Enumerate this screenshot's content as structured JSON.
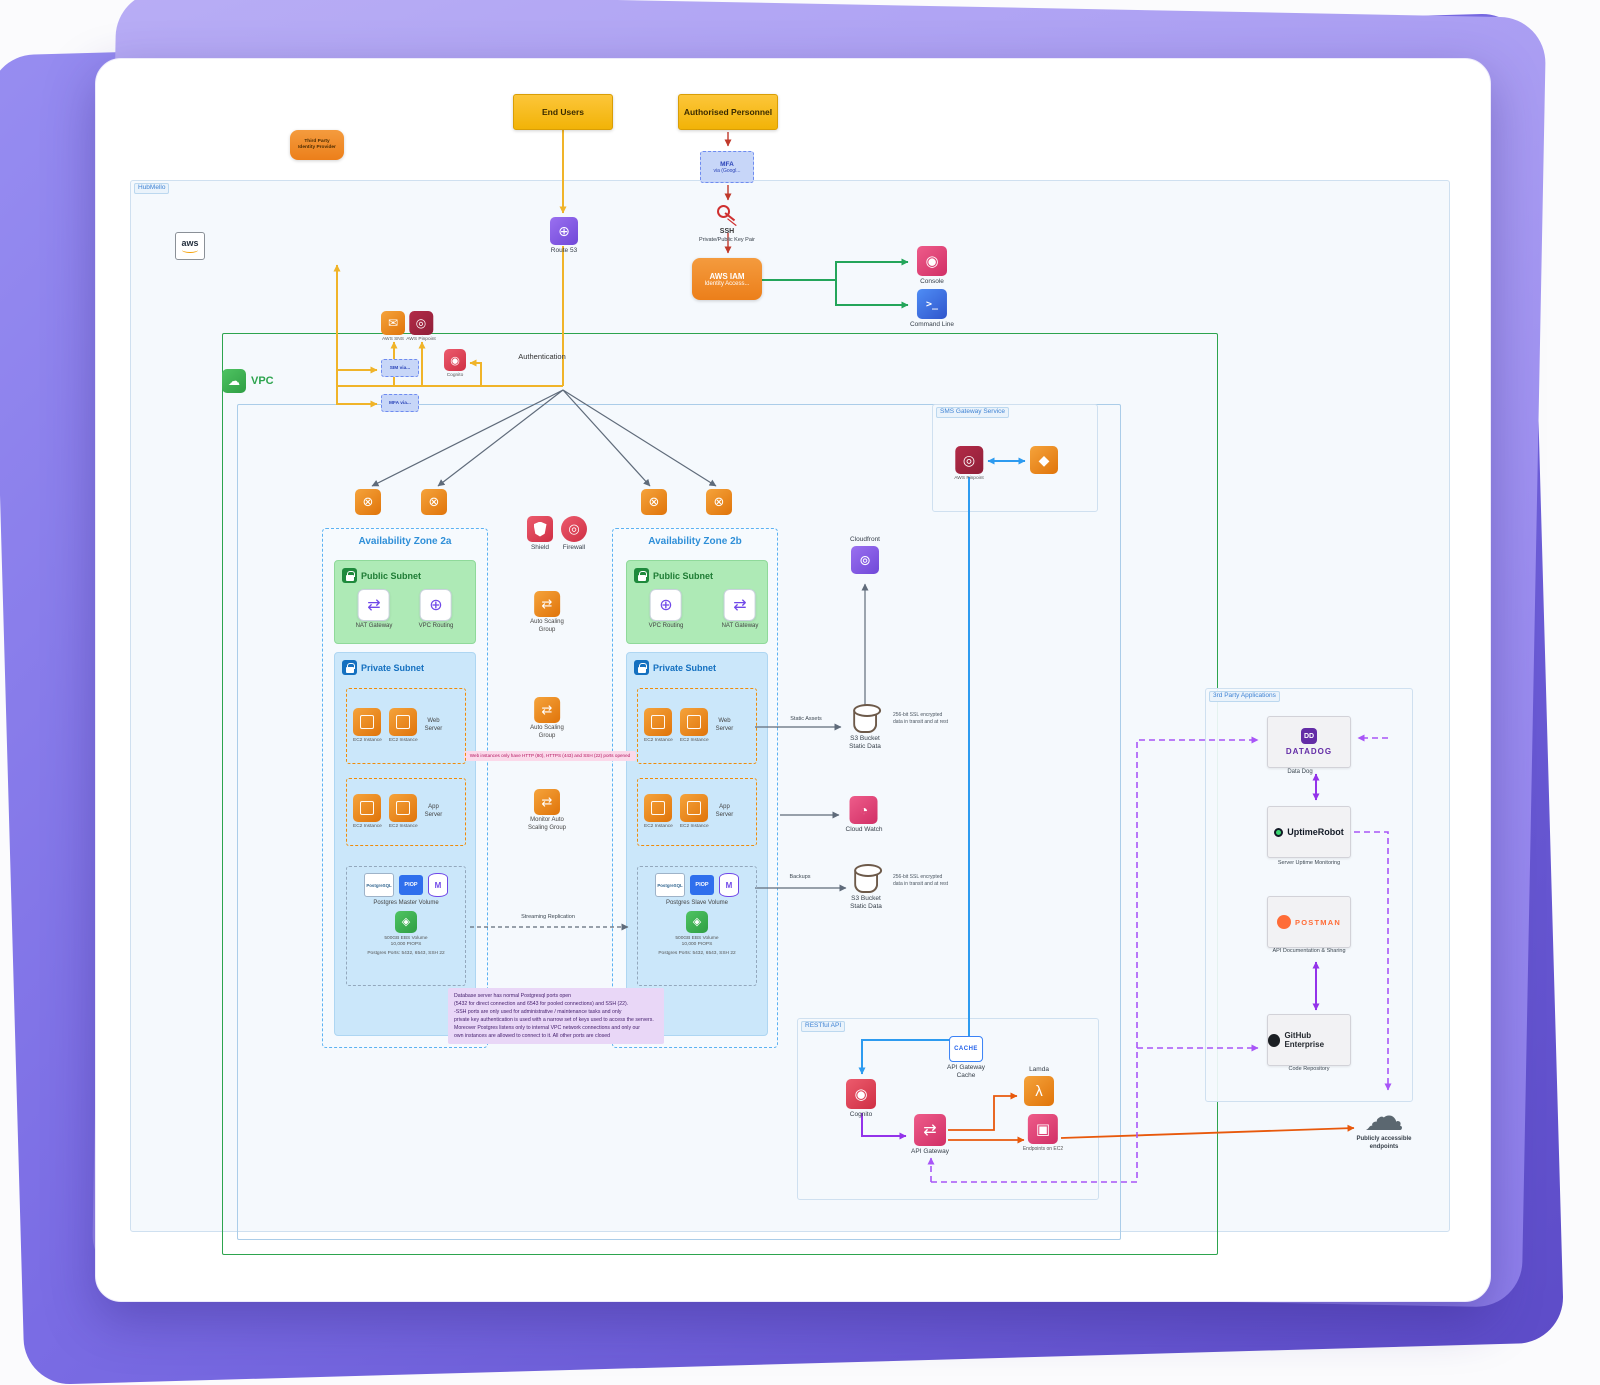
{
  "colors": {
    "accent_yellow": "#f0b429",
    "accent_green": "#23a55a",
    "accent_blue": "#2d9bf0",
    "accent_purple": "#9333ea",
    "accent_orange": "#e8590c",
    "vpc_green": "#2da44e",
    "az_blue": "#5cb2f2",
    "datadog_purple": "#632ca6",
    "postman_orange": "#ff6c37"
  },
  "icons": {
    "route53": "⊕",
    "sns": "✉",
    "pinpoint": "◎",
    "cognito": "◉",
    "router": "⊗",
    "vpc_cloud": "☁",
    "firewall": "◎",
    "nat": "⇄",
    "routing": "⊕",
    "asg": "⇄",
    "ebs": "◈",
    "cloudfront": "⊚",
    "cloudwatch": "◔",
    "lambda": "λ",
    "api_gateway": "⇄",
    "endpoints": "▣",
    "console": "◉",
    "cmd": ">_",
    "sms_service": "◆",
    "cloud": "☁",
    "datadog": "DD"
  },
  "panels": {
    "hubmello": "HubMello",
    "sms_gateway": "SMS Gateway Service",
    "restful_api": "RESTful API",
    "third_party": "3rd Party Applications"
  },
  "top": {
    "aws_logo": "aws",
    "end_users": "End Users",
    "authorised_personnel": "Authorised Personnel",
    "third_party_idp": "Third Party\nIdentity Provider",
    "mfa_title": "MFA",
    "mfa_sub": "via (Googl...",
    "ssh": "SSH",
    "ssh_sub": "Private/Public Key Pair",
    "iam_title": "AWS IAM",
    "iam_sub": "Identity Access...",
    "console": "Console",
    "command_line": "Command Line",
    "route53": "Route 53"
  },
  "auth": {
    "aws_sns": "AWS SNS",
    "aws_pinpoint": "AWS Pinpoint",
    "sim_via": "SIM via...",
    "cognito": "Cognito",
    "mfa_via": "MFA via...",
    "authentication": "Authentication",
    "vpc": "VPC"
  },
  "sms": {
    "aws_pinpoint": "AWS Pinpoint"
  },
  "zones": {
    "az_a": "Availability Zone 2a",
    "az_b": "Availability Zone 2b",
    "shield": "Shield",
    "firewall": "Firewall",
    "public_subnet": "Public Subnet",
    "private_subnet": "Private Subnet",
    "nat_gateway": "NAT Gateway",
    "vpc_routing": "VPC Routing",
    "asg": "Auto Scaling\nGroup",
    "monitor_asg": "Monitor Auto\nScaling Group",
    "ec2": "EC2 Instance",
    "web_server": "Web\nServer",
    "app_server": "App\nServer",
    "postgresql": "PostgreSQL",
    "piop": "PIOP",
    "db_m": "M",
    "pg_master": "Postgres Master Volume",
    "pg_slave": "Postgres Slave Volume",
    "ebs_info": "500GB EBS Volume\n10,000 PIOPS",
    "ports": "Postgres Ports: 5432, 6543, SSH 22",
    "web_note": "Web instances only have HTTP (80), HTTPS (443) and SSH (22) ports opened",
    "streaming": "Streaming Replication"
  },
  "right": {
    "cloudfront": "Cloudfront",
    "s3": "S3 Bucket\nStatic Data",
    "ssl_note": "256-bit SSL encrypted\ndata in transit and at rest",
    "static_assets": "Static Assets",
    "backups": "Backups",
    "cloudwatch": "Cloud Watch"
  },
  "db_note": "Database server has normal Postgresql ports open\n(5432 for direct connection and 6543 for pooled connections) and SSH (22).\n-SSH ports are only used for administrative / maintenance tasks and only\nprivate key authentication is used with a narrow set of keys used to access the servers.\nMoreover Postgres listens only to internal VPC network connections and only our\nown instances are allowed to connect to it. All other ports are closed",
  "rest": {
    "cognito": "Cognito",
    "api_gateway": "API Gateway",
    "cache": "CACHE",
    "cache_label": "API Gateway\nCache",
    "lamda": "Lamda",
    "endpoints": "Endpoints on EC2"
  },
  "apps": {
    "datadog_logo": "DATADOG",
    "datadog": "Data Dog",
    "uptime_logo": "UptimeRobot",
    "uptime": "Server Uptime Monitoring",
    "postman_logo": "POSTMAN",
    "postman": "API Documentation & Sharing",
    "github_logo": "GitHub Enterprise",
    "github": "Code Repository",
    "public_endpoints": "Publicly accessible\nendpoints"
  }
}
